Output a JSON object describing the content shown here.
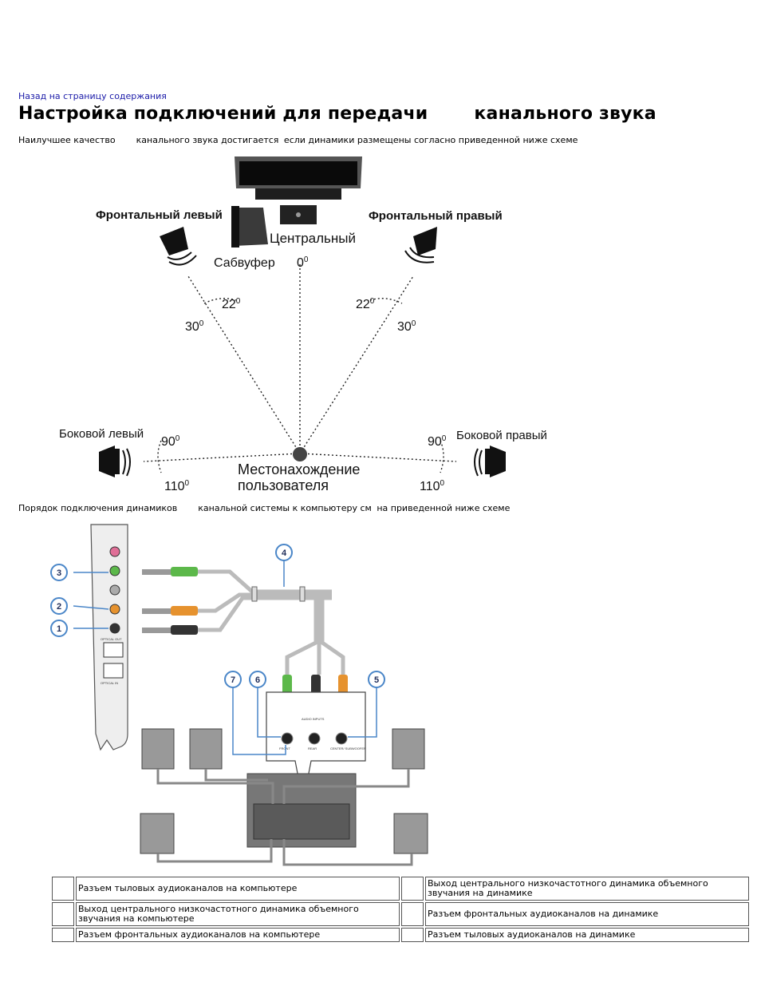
{
  "nav": {
    "back_link": "Назад на страницу содержания"
  },
  "page": {
    "title_part1": "Настройка подключений для передачи",
    "title_part2": "канального звука",
    "intro_part1": "Наилучшее качество",
    "intro_part2": "канального звука достигается",
    "intro_part3": "если динамики размещены согласно приведенной ниже схеме",
    "connect_part1": "Порядок подключения динамиков",
    "connect_part2": "канальной системы к компьютеру см",
    "connect_part3": "на приведенной ниже схеме"
  },
  "placement_diagram": {
    "front_left": "Фронтальный левый",
    "front_right": "Фронтальный правый",
    "center": "Центральный",
    "subwoofer": "Сабвуфер",
    "side_left": "Боковой левый",
    "side_right": "Боковой правый",
    "listener_line1": "Местонахождение",
    "listener_line2": "пользователя",
    "angle_0": "0",
    "angle_22": "22",
    "angle_30": "30",
    "angle_90": "90",
    "angle_110": "110",
    "degree_mark": "0"
  },
  "wiring_diagram": {
    "callouts": [
      "1",
      "2",
      "3",
      "4",
      "5",
      "6",
      "7"
    ],
    "jack_labels": {
      "audio_inputs": "AUDIO INPUTS",
      "front": "FRONT",
      "rear": "REAR",
      "center_sub": "CENTER/ SUBWOOFER",
      "optical_out": "OPTICAL OUT",
      "optical_in": "OPTICAL IN"
    },
    "colors": {
      "green": "#5cb84a",
      "orange": "#e6922e",
      "black": "#333333",
      "pink": "#e06f97",
      "gray": "#8a8a8a",
      "callout_blue": "#4a86c8"
    }
  },
  "legend": {
    "rows": [
      {
        "left_num": "",
        "left_text": "Разъем тыловых аудиоканалов на компьютере",
        "right_num": "",
        "right_text": "Выход центрального  низкочастотного динамика объемного звучания на динамике"
      },
      {
        "left_num": "",
        "left_text": "Выход центрального  низкочастотного динамика объемного звучания на компьютере",
        "right_num": "",
        "right_text": "Разъем фронтальных аудиоканалов на динамике"
      },
      {
        "left_num": "",
        "left_text": "Разъем фронтальных аудиоканалов на компьютере",
        "right_num": "",
        "right_text": "Разъем тыловых аудиоканалов на динамике"
      }
    ]
  }
}
